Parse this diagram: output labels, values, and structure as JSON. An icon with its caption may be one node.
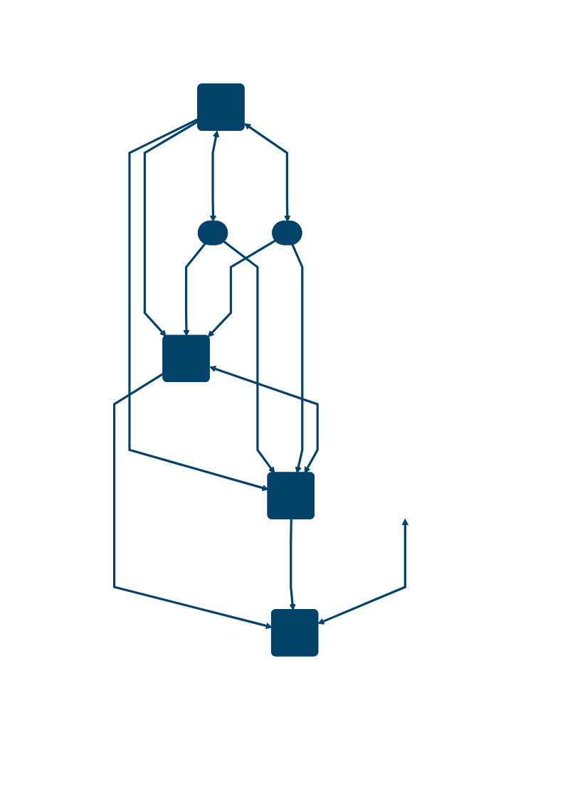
{
  "diagram": {
    "nodes": [
      {
        "text": [],
        "shape": "bar"
      },
      {
        "text": [],
        "shape": "pill"
      },
      {
        "text": [],
        "shape": "pill"
      },
      {
        "text": [],
        "shape": "box"
      },
      {
        "text": [],
        "shape": "box"
      },
      {
        "text": [],
        "shape": "bar"
      }
    ],
    "edges": [
      {
        "from": 0,
        "to": 1,
        "arrow": "both"
      },
      {
        "from": 0,
        "to": 2,
        "arrow": "both"
      },
      {
        "from": 0,
        "to": 3,
        "arrow": "to"
      },
      {
        "from": 0,
        "to": 4,
        "arrow": "to"
      },
      {
        "from": 1,
        "to": 3,
        "arrow": "to"
      },
      {
        "from": 1,
        "to": 4,
        "arrow": "to"
      },
      {
        "from": 2,
        "to": 3,
        "arrow": "to"
      },
      {
        "from": 2,
        "to": 4,
        "arrow": "to"
      },
      {
        "from": 3,
        "to": 4,
        "arrow": "both"
      },
      {
        "from": 3,
        "to": 5,
        "arrow": "to"
      },
      {
        "from": 4,
        "to": 5,
        "arrow": "to"
      },
      {
        "from": null,
        "to": 5,
        "arrow": "both"
      }
    ]
  }
}
